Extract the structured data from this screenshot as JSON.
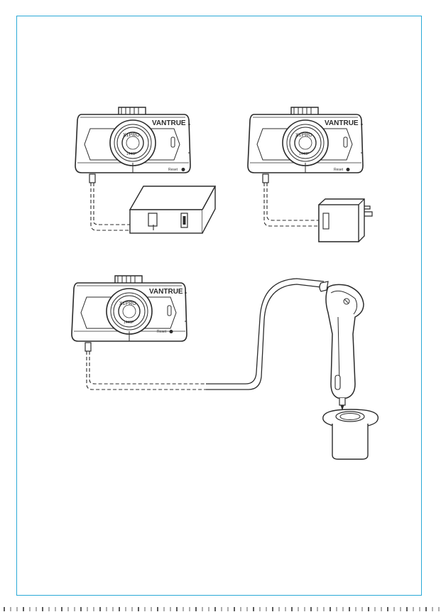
{
  "brand": "VANTRUE",
  "model": "X1PRO",
  "lens_marking": "1440P",
  "reset_label": "Reset",
  "colors": {
    "frame": "#2aa9d6",
    "line": "#2b2b2b",
    "fill": "#ffffff",
    "crop_marks": "#333333"
  },
  "setups": [
    {
      "name": "camera-with-power-bank",
      "device": "power-bank"
    },
    {
      "name": "camera-with-wall-charger",
      "device": "wall-adapter"
    },
    {
      "name": "camera-with-car-charger",
      "device": "car-charger"
    }
  ]
}
